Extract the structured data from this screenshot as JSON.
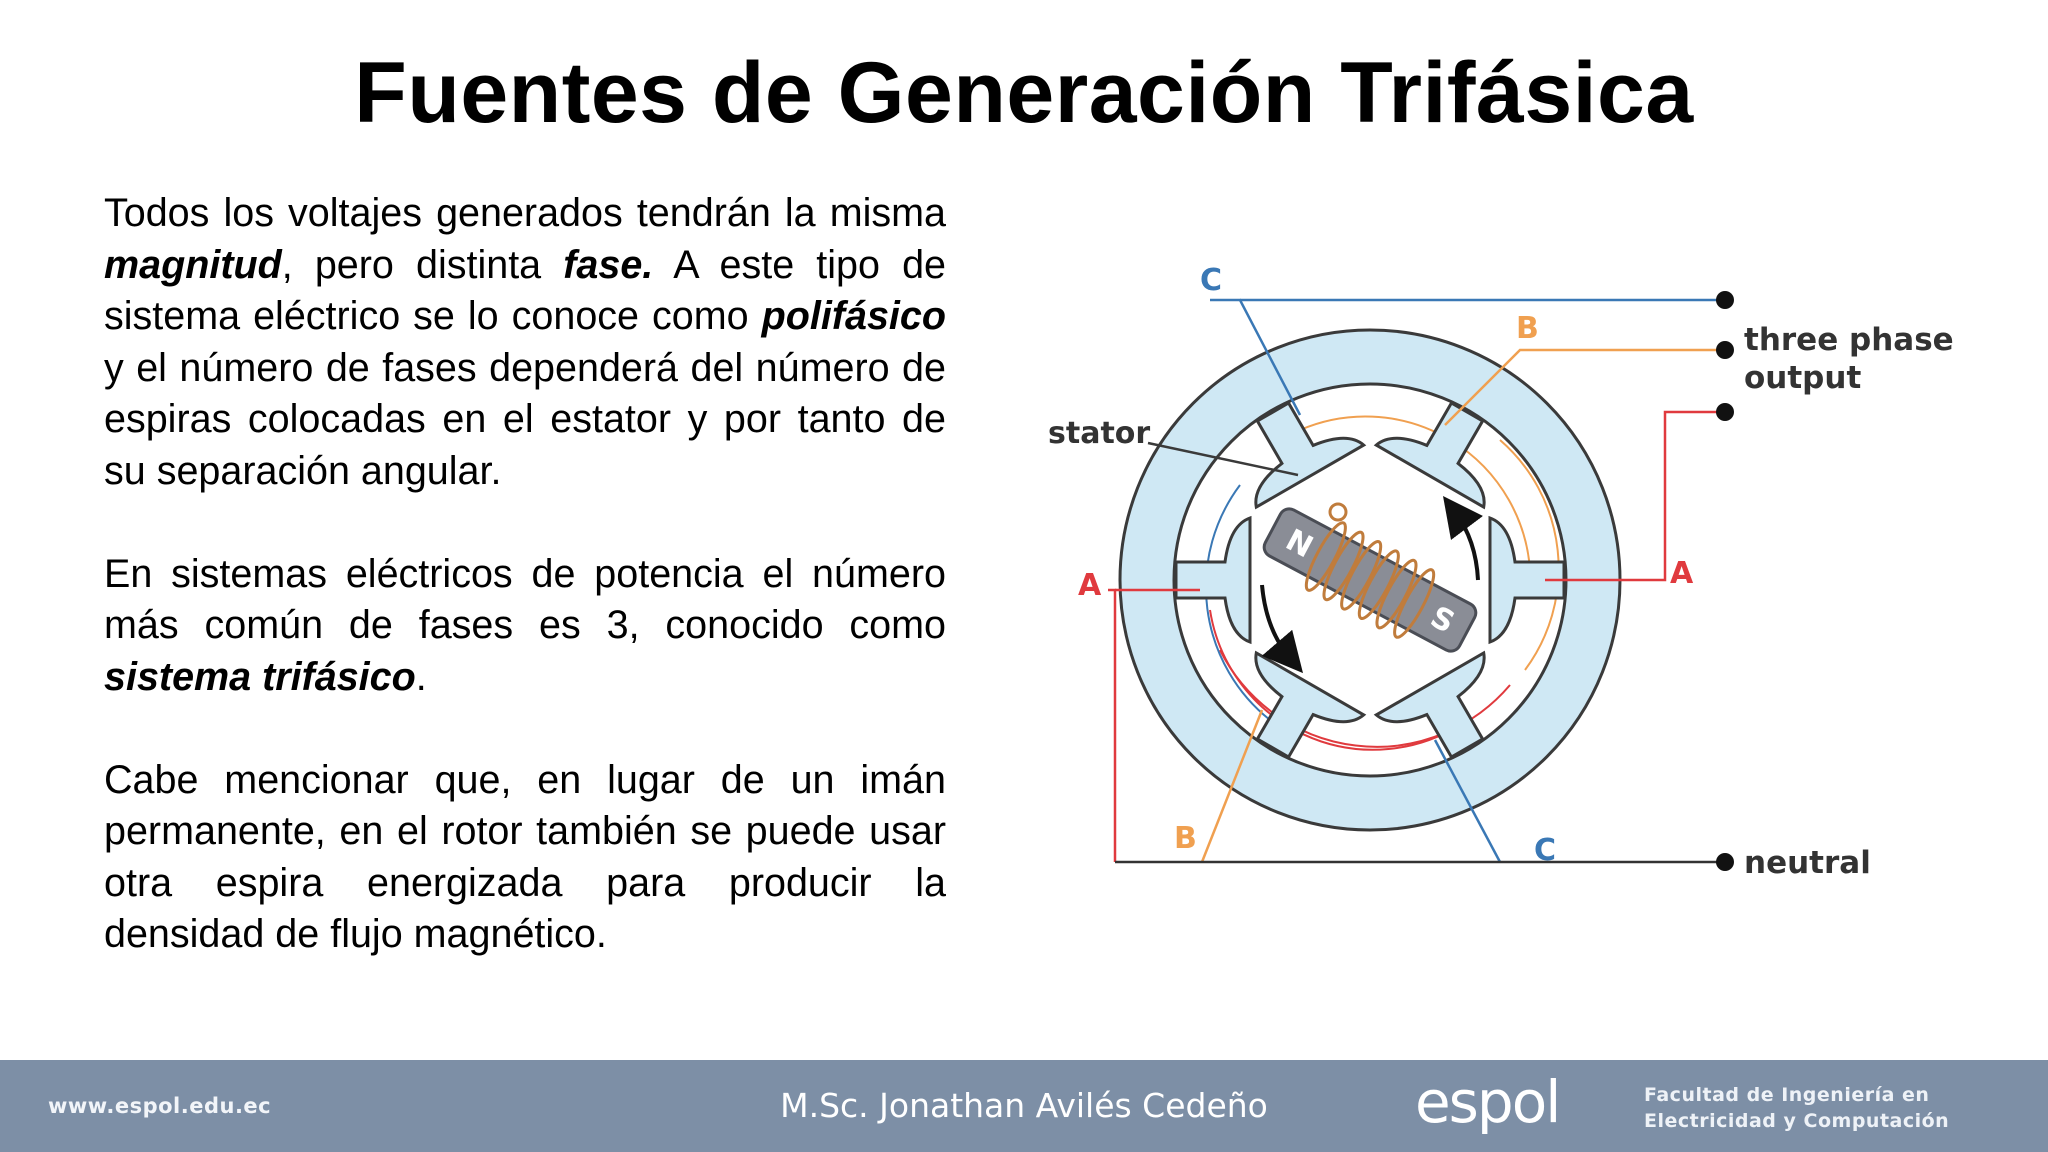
{
  "slide": {
    "title": "Fuentes de Generación Trifásica"
  },
  "paragraphs": {
    "p1": {
      "t1": "Todos los voltajes generados tendrán la misma ",
      "b1": "magnitud",
      "t2": ", pero distinta ",
      "b2": "fase.",
      "t3": " A este tipo de sistema eléctrico se lo conoce como ",
      "b3": "polifásico",
      "t4": " y el número de fases dependerá del número de espiras colocadas en el estator y por tanto de su separación angular."
    },
    "p2": {
      "t1": "En sistemas eléctricos de potencia el número más común de fases es 3, conocido como ",
      "b1": "sistema trifásico",
      "t2": "."
    },
    "p3": {
      "t1": "Cabe mencionar que, en lugar de un imán permanente, en el rotor también se puede usar otra espira energizada para producir la densidad de flujo magnético."
    }
  },
  "diagram": {
    "labels": {
      "stator": "stator",
      "output_line1": "three phase",
      "output_line2": "output",
      "neutral": "neutral",
      "phase_a_left": "A",
      "phase_a_right": "A",
      "phase_b_top": "B",
      "phase_b_bottom": "B",
      "phase_c_top": "C",
      "phase_c_bottom": "C",
      "pole_n": "N",
      "pole_s": "S"
    },
    "colors": {
      "stator_fill": "#cfe8f4",
      "stator_stroke": "#3a3a3a",
      "phase_a": "#e03a3e",
      "phase_b": "#f0a050",
      "phase_c": "#3a78b5",
      "rotor": "#8a8d96",
      "coil": "#c07c3c",
      "neutral": "#333333"
    }
  },
  "footer": {
    "url": "www.espol.edu.ec",
    "author": "M.Sc. Jonathan Avilés Cedeño",
    "logo": "espol",
    "faculty_line1": "Facultad de Ingeniería en",
    "faculty_line2": "Electricidad y Computación"
  }
}
